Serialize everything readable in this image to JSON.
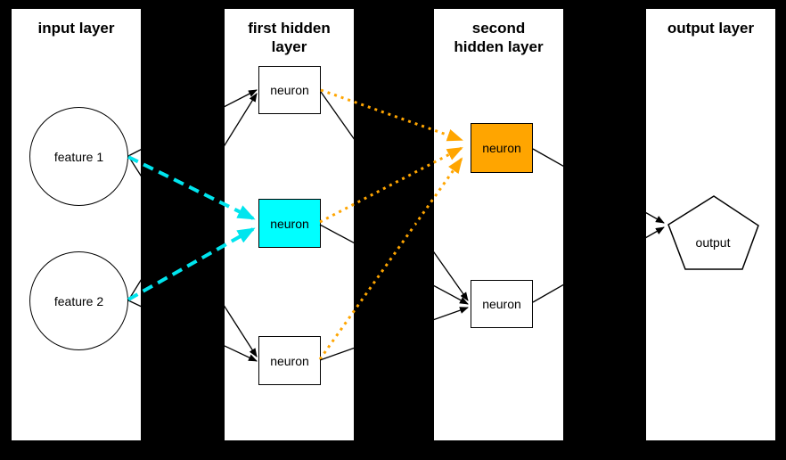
{
  "colors": {
    "background": "#000000",
    "panel": "#ffffff",
    "highlight_cyan": "#00ffff",
    "highlight_orange": "#ffa500",
    "arrow_cyan": "#00e5ee",
    "arrow_orange": "#ffa500",
    "arrow_black": "#000000"
  },
  "layers": [
    {
      "id": "input",
      "title": "input layer"
    },
    {
      "id": "hidden1",
      "title": "first hidden\nlayer"
    },
    {
      "id": "hidden2",
      "title": "second\nhidden layer"
    },
    {
      "id": "output",
      "title": "output layer"
    }
  ],
  "nodes": [
    {
      "id": "feature1",
      "label": "feature 1",
      "shape": "circle",
      "layer": "input",
      "fill": "#ffffff"
    },
    {
      "id": "feature2",
      "label": "feature 2",
      "shape": "circle",
      "layer": "input",
      "fill": "#ffffff"
    },
    {
      "id": "h1n1",
      "label": "neuron",
      "shape": "rect",
      "layer": "hidden1",
      "fill": "#ffffff"
    },
    {
      "id": "h1n2",
      "label": "neuron",
      "shape": "rect",
      "layer": "hidden1",
      "fill": "#00ffff"
    },
    {
      "id": "h1n3",
      "label": "neuron",
      "shape": "rect",
      "layer": "hidden1",
      "fill": "#ffffff"
    },
    {
      "id": "h2n1",
      "label": "neuron",
      "shape": "rect",
      "layer": "hidden2",
      "fill": "#ffa500"
    },
    {
      "id": "h2n2",
      "label": "neuron",
      "shape": "rect",
      "layer": "hidden2",
      "fill": "#ffffff"
    },
    {
      "id": "out",
      "label": "output",
      "shape": "pentagon",
      "layer": "output",
      "fill": "#ffffff"
    }
  ],
  "edges": [
    {
      "from": "feature1",
      "to": "h1n1",
      "style": "solid",
      "color": "#000000"
    },
    {
      "from": "feature1",
      "to": "h1n2",
      "style": "dashed",
      "color": "#00e5ee"
    },
    {
      "from": "feature1",
      "to": "h1n3",
      "style": "solid",
      "color": "#000000"
    },
    {
      "from": "feature2",
      "to": "h1n1",
      "style": "solid",
      "color": "#000000"
    },
    {
      "from": "feature2",
      "to": "h1n2",
      "style": "dashed",
      "color": "#00e5ee"
    },
    {
      "from": "feature2",
      "to": "h1n3",
      "style": "solid",
      "color": "#000000"
    },
    {
      "from": "h1n1",
      "to": "h2n1",
      "style": "dotted",
      "color": "#ffa500"
    },
    {
      "from": "h1n2",
      "to": "h2n1",
      "style": "dotted",
      "color": "#ffa500"
    },
    {
      "from": "h1n3",
      "to": "h2n1",
      "style": "dotted",
      "color": "#ffa500"
    },
    {
      "from": "h1n1",
      "to": "h2n2",
      "style": "solid",
      "color": "#000000"
    },
    {
      "from": "h1n2",
      "to": "h2n2",
      "style": "solid",
      "color": "#000000"
    },
    {
      "from": "h1n3",
      "to": "h2n2",
      "style": "solid",
      "color": "#000000"
    },
    {
      "from": "h2n1",
      "to": "out",
      "style": "solid",
      "color": "#000000"
    },
    {
      "from": "h2n2",
      "to": "out",
      "style": "solid",
      "color": "#000000"
    }
  ]
}
